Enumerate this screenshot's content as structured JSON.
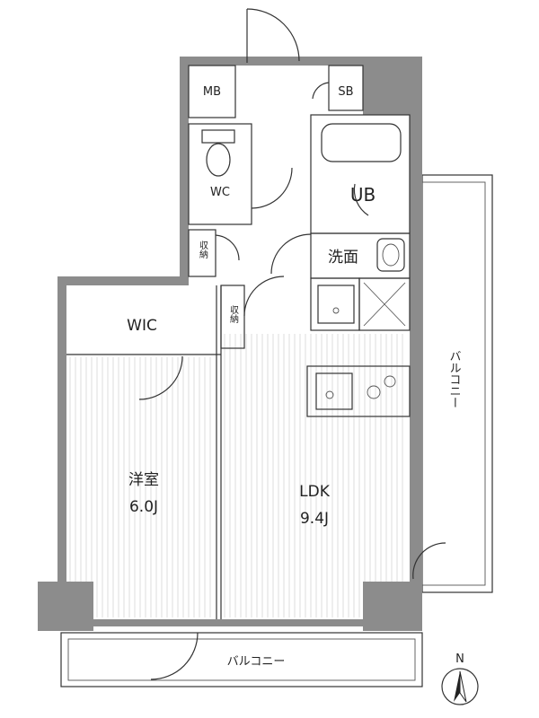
{
  "rooms": {
    "mb": "MB",
    "sb": "SB",
    "wc": "WC",
    "ub": "UB",
    "senmen": "洗面",
    "shuno_1": "収納",
    "shuno_2": "収納",
    "wic": "WIC",
    "yoshitsu_name": "洋室",
    "yoshitsu_size": "6.0J",
    "ldk_name": "LDK",
    "ldk_size": "9.4J"
  },
  "balconies": {
    "bottom": "バルコニー",
    "right": "バルコニー"
  },
  "compass": {
    "north": "N"
  }
}
